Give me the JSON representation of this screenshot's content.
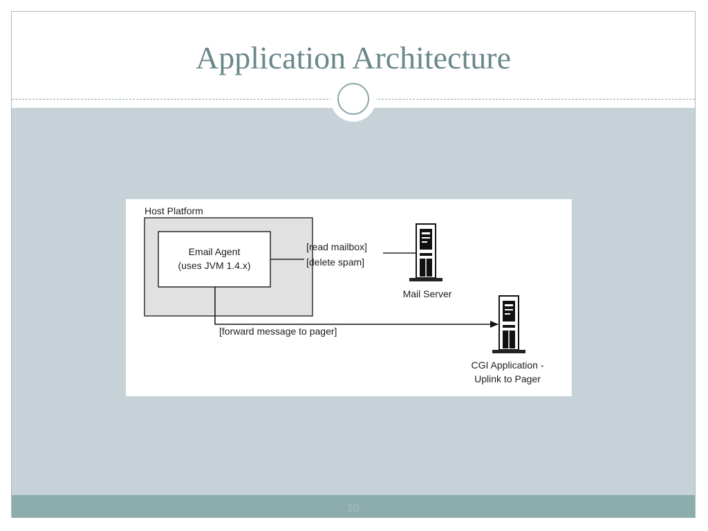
{
  "slide": {
    "title": "Application Architecture",
    "page_number": "10"
  },
  "diagram": {
    "host_platform_label": "Host Platform",
    "email_agent_line1": "Email Agent",
    "email_agent_line2": "(uses JVM 1.4.x)",
    "read_mailbox_label": "[read mailbox]",
    "delete_spam_label": "[delete spam]",
    "mail_server_label": "Mail Server",
    "forward_label": "[forward message to pager]",
    "cgi_label_line1": "CGI Application -",
    "cgi_label_line2": "Uplink to Pager"
  },
  "colors": {
    "title": "#6a878a",
    "content_background": "#c6d2d8",
    "footer_background": "#8dadad",
    "host_platform_fill": "#e1e1e1"
  },
  "icons": [
    "server-tower-icon"
  ]
}
